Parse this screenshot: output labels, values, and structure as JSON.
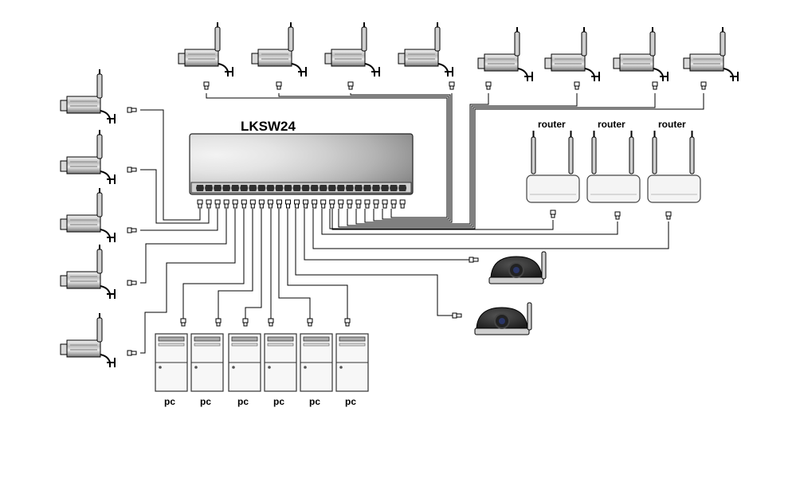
{
  "switch": {
    "label": "LKSW24",
    "ports": 24
  },
  "routers": [
    {
      "label": "router"
    },
    {
      "label": "router"
    },
    {
      "label": "router"
    }
  ],
  "pcs": [
    {
      "label": "pc"
    },
    {
      "label": "pc"
    },
    {
      "label": "pc"
    },
    {
      "label": "pc"
    },
    {
      "label": "pc"
    },
    {
      "label": "pc"
    }
  ],
  "counts": {
    "top_cameras": 8,
    "left_cameras": 5,
    "dome_cameras": 2
  },
  "colors": {
    "background": "#ffffff",
    "line": "#000000",
    "switch_dark": "#7a7a7a",
    "switch_light": "#f2f2f2",
    "device_body": "#e6e6e6"
  }
}
